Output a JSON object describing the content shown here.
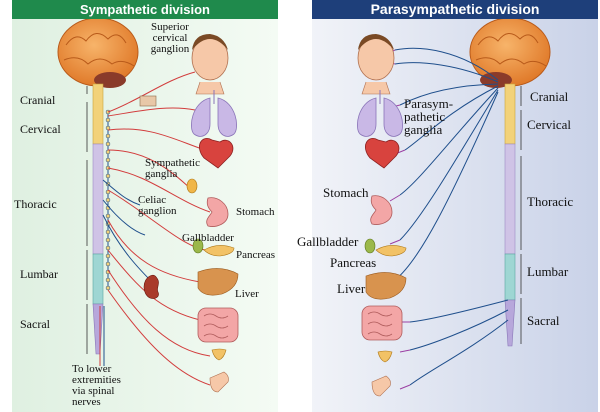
{
  "colors": {
    "sympathetic_accent": "#1f8a4c",
    "parasympathetic_accent": "#1e3f7a",
    "left_background": "#e9f5ea",
    "right_background": "#dfe5f2",
    "preganglionic_nerve": "#1f4f8c",
    "postganglionic_sympathetic": "#d23c3c",
    "postganglionic_parasympathetic": "#9b3fa3"
  },
  "sympathetic": {
    "header": "Sympathetic division",
    "labels": {
      "superior_cervical_ganglion": "Superior cervical ganglion",
      "sympathetic_ganglia": "Sympathetic ganglia",
      "celiac_ganglion": "Celiac ganglion",
      "stomach": "Stomach",
      "gallbladder": "Gallbladder",
      "pancreas": "Pancreas",
      "liver": "Liver",
      "lower_extremities": "To lower extremities via spinal nerves"
    },
    "regions": {
      "cranial": "Cranial",
      "cervical": "Cervical",
      "thoracic": "Thoracic",
      "lumbar": "Lumbar",
      "sacral": "Sacral"
    }
  },
  "parasympathetic": {
    "header": "Parasympathetic division",
    "labels": {
      "parasympathetic_ganglia": "Parasym-pathetic ganglia",
      "stomach": "Stomach",
      "gallbladder": "Gallbladder",
      "pancreas": "Pancreas",
      "liver": "Liver"
    },
    "regions": {
      "cranial": "Cranial",
      "cervical": "Cervical",
      "thoracic": "Thoracic",
      "lumbar": "Lumbar",
      "sacral": "Sacral"
    }
  }
}
